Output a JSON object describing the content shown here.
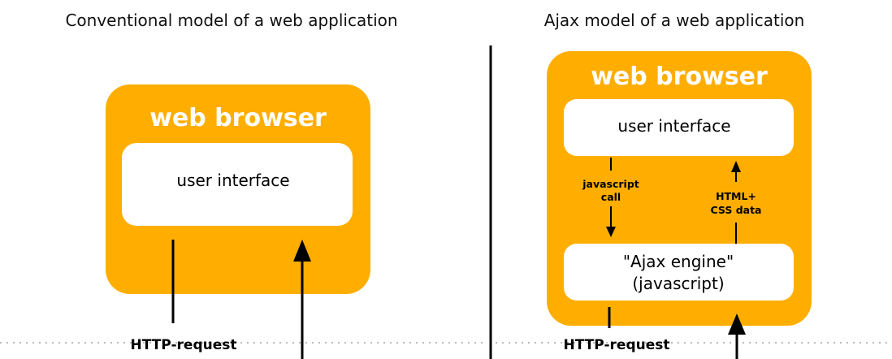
{
  "left": {
    "title": "Conventional model of a web application",
    "browser_label": "web browser",
    "ui_label": "user interface",
    "http_request_label": "HTTP-request"
  },
  "right": {
    "title": "Ajax model of a web application",
    "browser_label": "web browser",
    "ui_label": "user interface",
    "engine_label_line1": "\"Ajax engine\"",
    "engine_label_line2": "(javascript)",
    "js_call_line1": "javascript",
    "js_call_line2": "call",
    "html_css_line1": "HTML+",
    "html_css_line2": "CSS data",
    "http_request_label": "HTTP-request"
  },
  "colors": {
    "browser_fill": "#FFAE00",
    "panel_fill": "#FFFFFF",
    "line": "#000000",
    "divider": "#000000",
    "dotted": "#BBBBBB"
  }
}
